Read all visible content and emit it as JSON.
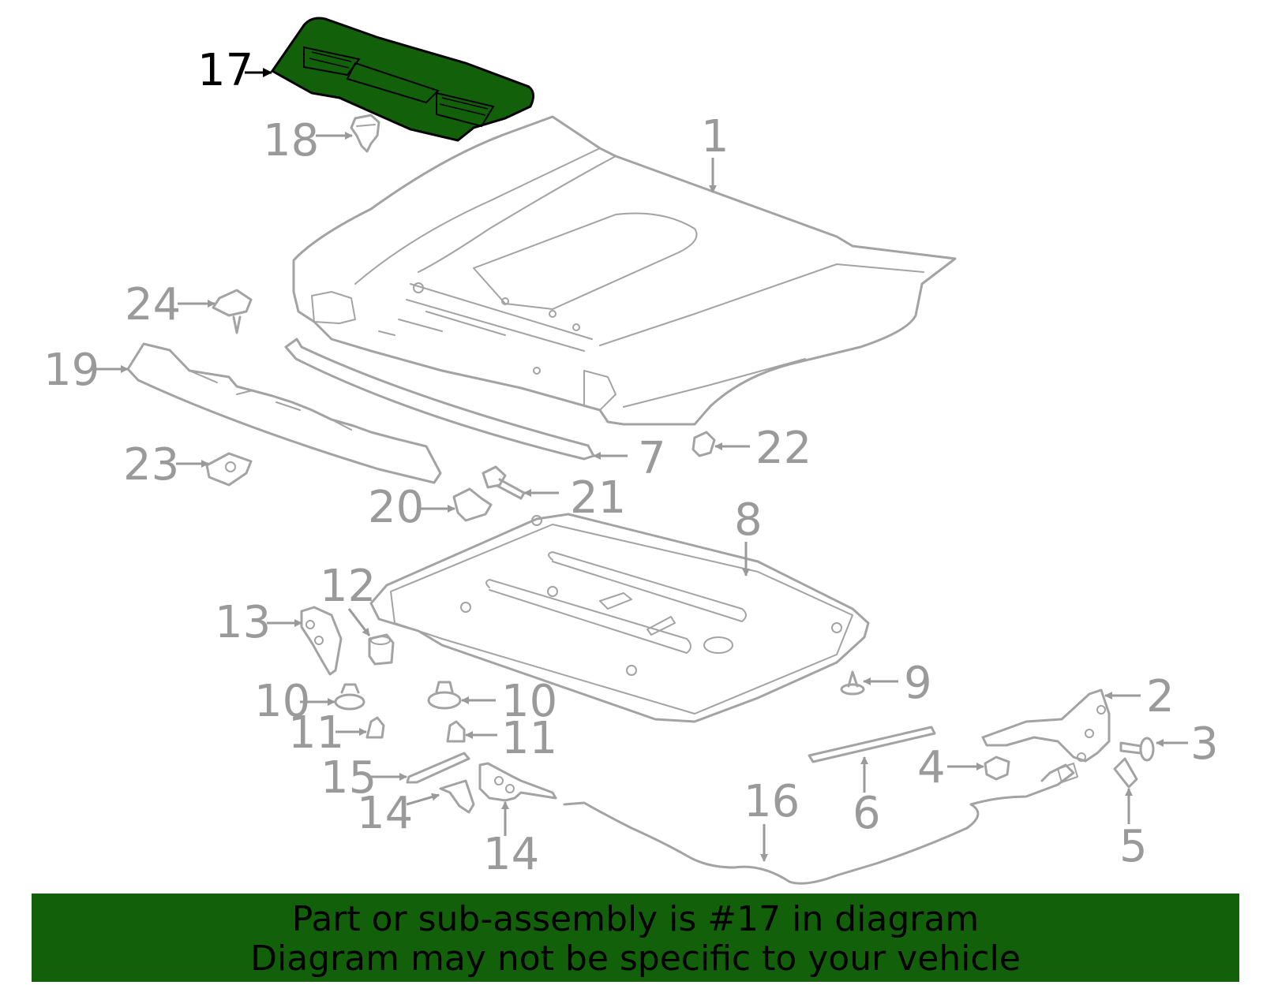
{
  "highlight_color": "#12600a",
  "callouts": {
    "c1": "1",
    "c2": "2",
    "c3": "3",
    "c4": "4",
    "c5": "5",
    "c6": "6",
    "c7": "7",
    "c8": "8",
    "c9": "9",
    "c10a": "10",
    "c10b": "10",
    "c11a": "11",
    "c11b": "11",
    "c12": "12",
    "c13": "13",
    "c14a": "14",
    "c14b": "14",
    "c15": "15",
    "c16": "16",
    "c17": "17",
    "c18": "18",
    "c19": "19",
    "c20": "20",
    "c21": "21",
    "c22": "22",
    "c23": "23",
    "c24": "24"
  },
  "banner": {
    "line1": "Part or sub-assembly is #17 in diagram",
    "line2": "Diagram may not be specific to your vehicle"
  }
}
